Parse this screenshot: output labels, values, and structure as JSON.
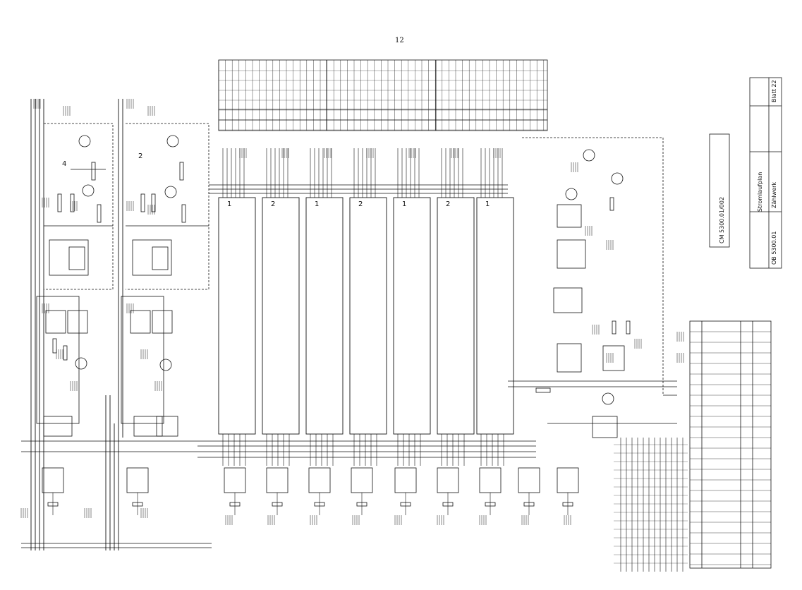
{
  "page_number": "12",
  "blocks": {
    "upper_left": "4",
    "upper_mid": "2",
    "memory": [
      "1",
      "2",
      "1",
      "2",
      "1",
      "2",
      "1"
    ]
  },
  "title_block": {
    "drawing_title": "Stromlaufplan",
    "sheet": "Blatt 22",
    "document_code": "OB 5300.01",
    "device": "Zählwerk",
    "variant": "CM 5300.01/002"
  },
  "colors": {
    "ink": "#111111",
    "paper": "#ffffff"
  }
}
